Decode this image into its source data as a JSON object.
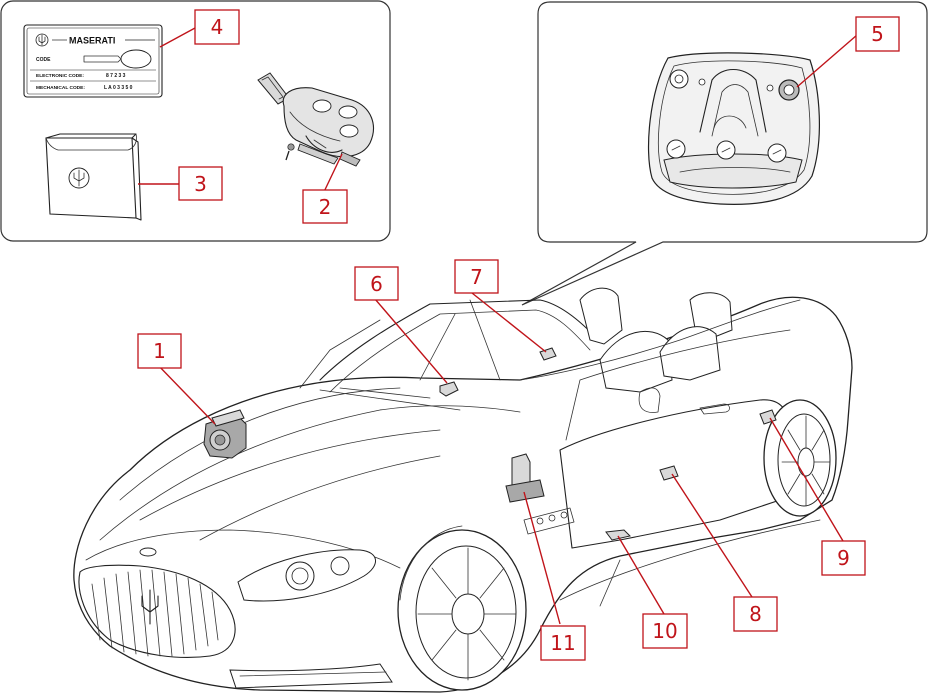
{
  "key_tag": {
    "brand": "MASERATI",
    "code_label": "CODE",
    "electronic_code_label": "ELECTRONIC CODE:",
    "electronic_code_value": "8 7 2 3 3",
    "mechanical_code_label": "MECHANICAL CODE:",
    "mechanical_code_value": "L A 0 3 3 5 0"
  },
  "callouts": {
    "c1": "1",
    "c2": "2",
    "c3": "3",
    "c4": "4",
    "c5": "5",
    "c6": "6",
    "c7": "7",
    "c8": "8",
    "c9": "9",
    "c10": "10",
    "c11": "11"
  },
  "colors": {
    "callout_red": "#c0141a",
    "line": "#222222",
    "part_fill": "#d9d9d9",
    "panel_border": "#333333"
  }
}
